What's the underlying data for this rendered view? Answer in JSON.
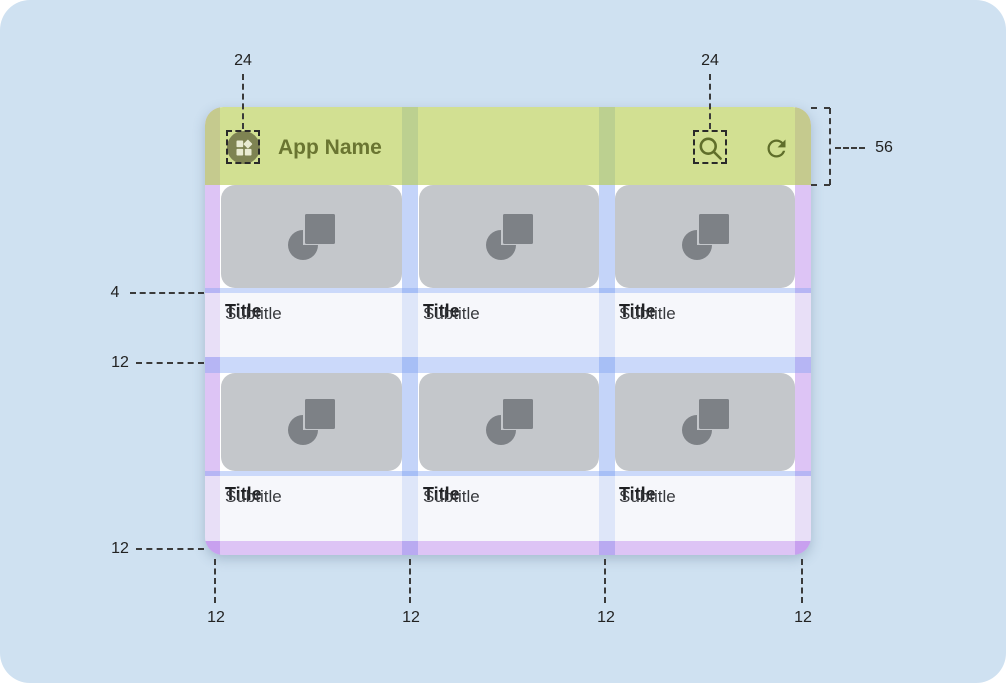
{
  "header": {
    "app_name": "App Name",
    "icons": {
      "nav": "widgets-icon",
      "search": "search-icon",
      "refresh": "refresh-icon"
    }
  },
  "grid": {
    "cards": [
      {
        "title": "Title",
        "subtitle": "Subtitle"
      },
      {
        "title": "Title",
        "subtitle": "Subtitle"
      },
      {
        "title": "Title",
        "subtitle": "Subtitle"
      },
      {
        "title": "Title",
        "subtitle": "Subtitle"
      },
      {
        "title": "Title",
        "subtitle": "Subtitle"
      },
      {
        "title": "Title",
        "subtitle": "Subtitle"
      }
    ]
  },
  "annotations": {
    "nav_icon_size": "24",
    "action_icon_size": "24",
    "appbar_height": "56",
    "image_text_gap": "4",
    "row_gap": "12",
    "bottom_margin": "12",
    "column_gaps": [
      "12",
      "12",
      "12",
      "12"
    ]
  },
  "colors": {
    "page_bg": "#cfe1f1",
    "appbar_green": "#d4df96",
    "margin_overlay_purple": "#dcc5f2",
    "gutter_overlay_blue": "#c5d4f3",
    "card_media_gray": "#c4c7cb",
    "media_icon_gray": "#7d8186",
    "olive_icon": "#5f6e2a",
    "title_text": "#1f2023"
  }
}
